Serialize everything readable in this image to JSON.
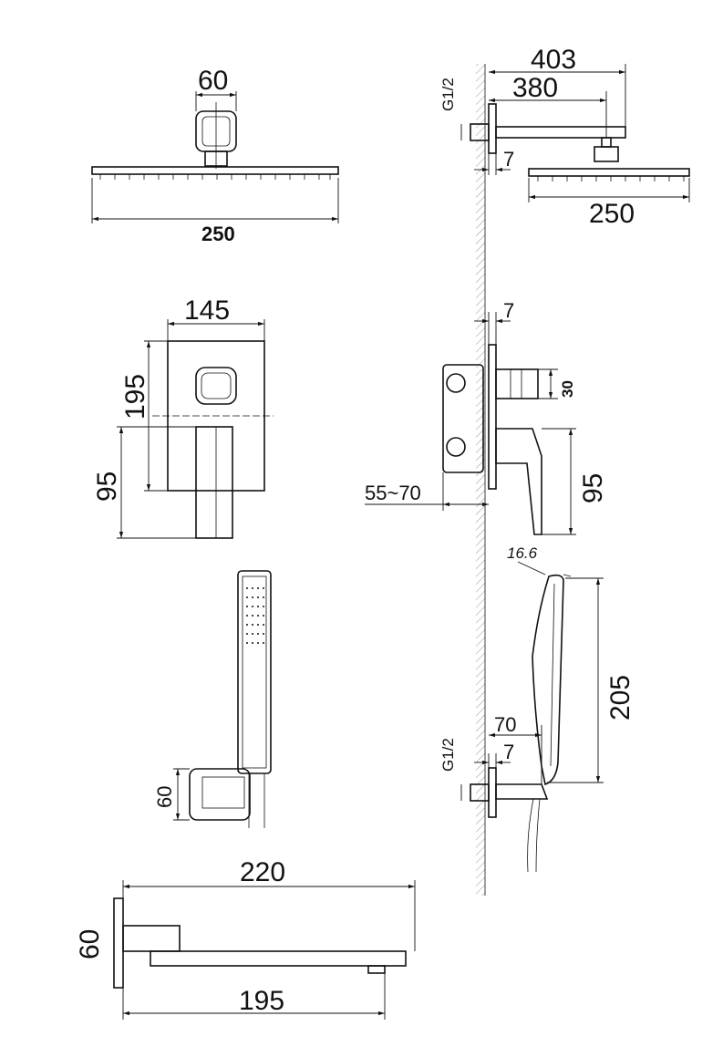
{
  "colors": {
    "line": "#111111",
    "background": "#ffffff"
  },
  "front_views": {
    "head_shower": {
      "width_top": "60",
      "width": "250"
    },
    "mixer_plate": {
      "width": "145",
      "height": "195",
      "lever_height": "95"
    },
    "hand_shower": {
      "holder_height": "60"
    },
    "spout": {
      "length_total": "220",
      "length": "195",
      "height": "60"
    }
  },
  "side_views": {
    "head_shower": {
      "arm_total": "403",
      "arm": "380",
      "thread": "G1/2",
      "flange": "7",
      "width": "250"
    },
    "mixer": {
      "flange": "7",
      "handle": "30",
      "depth": "55~70",
      "lever": "95"
    },
    "hand_shower": {
      "thickness": "16.6",
      "length": "205",
      "projection": "70",
      "flange": "7",
      "thread": "G1/2"
    }
  }
}
